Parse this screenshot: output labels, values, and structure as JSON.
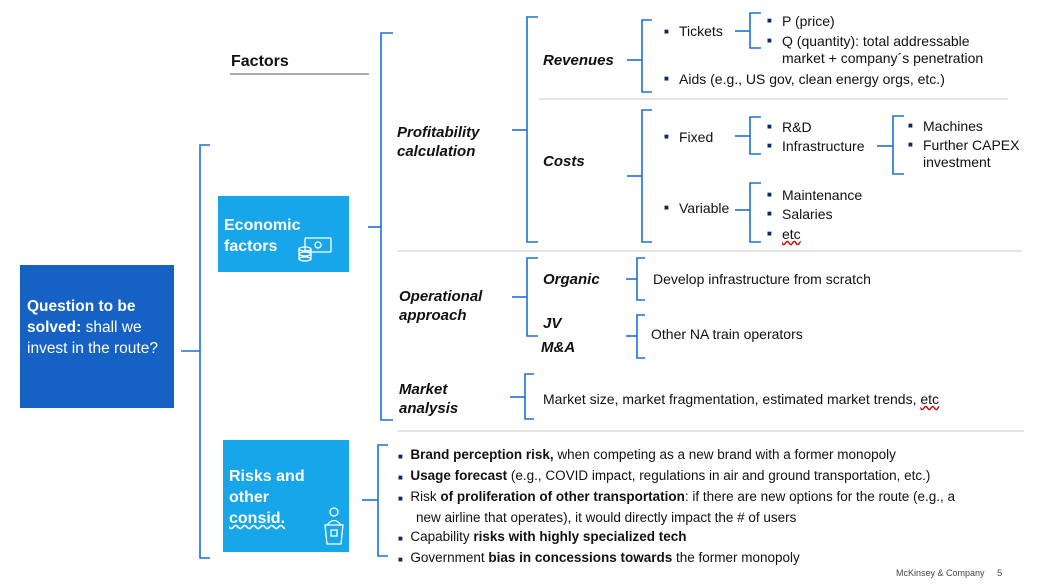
{
  "header": {
    "factors": "Factors"
  },
  "question": {
    "bold": "Question to be solved:",
    "rest": " shall we invest in the route?"
  },
  "economic": {
    "line1": "Economic",
    "line2": "factors"
  },
  "risks_box": {
    "line1": "Risks and",
    "line2": "other",
    "line3": "consid."
  },
  "profitability": {
    "line1": "Profitability",
    "line2": "calculation"
  },
  "revenues": {
    "label": "Revenues",
    "tickets": "Tickets",
    "p_price": "P (price)",
    "q_line1": "Q (quantity): total addressable",
    "q_line2": "market + company´s penetration",
    "aids": "Aids (e.g., US gov, clean energy orgs, etc.)"
  },
  "costs": {
    "label": "Costs",
    "fixed": "Fixed",
    "rnd": "R&D",
    "infrastructure": "Infrastructure",
    "machines": "Machines",
    "capex_line1": "Further CAPEX",
    "capex_line2": "investment",
    "variable": "Variable",
    "maintenance": "Maintenance",
    "salaries": "Salaries",
    "etc": "etc"
  },
  "operational": {
    "line1": "Operational",
    "line2": "approach",
    "organic": "Organic",
    "organic_desc": "Develop infrastructure from scratch",
    "jv": "JV",
    "ma": "M&A",
    "jv_desc": "Other NA train operators"
  },
  "market": {
    "line1": "Market",
    "line2": "analysis",
    "desc_main": "Market size, market fragmentation, estimated market trends, ",
    "desc_etc": "etc"
  },
  "risks": [
    {
      "bold": "Brand perception risk,",
      "rest": " when competing as a new brand with a former monopoly"
    },
    {
      "bold": "Usage forecast",
      "rest": " (e.g., COVID impact, regulations in air and ground transportation, etc.)"
    },
    {
      "pre": "Risk ",
      "bold": "of proliferation of other transportation",
      "rest": ": if there are new options for the route (e.g., a"
    },
    {
      "cont": "new airline that operates), it would directly impact the # of users"
    },
    {
      "pre": "Capability ",
      "bold": "risks with highly specialized tech"
    },
    {
      "pre": "Government ",
      "bold": "bias in concessions towards",
      "rest": " the former monopoly"
    }
  ],
  "footer": {
    "company": "McKinsey & Company",
    "page": "5"
  },
  "colors": {
    "dark_blue": "#1662c4",
    "light_blue": "#18a6ea",
    "bracket": "#1f6fd6",
    "bullet": "#0b2a66"
  }
}
